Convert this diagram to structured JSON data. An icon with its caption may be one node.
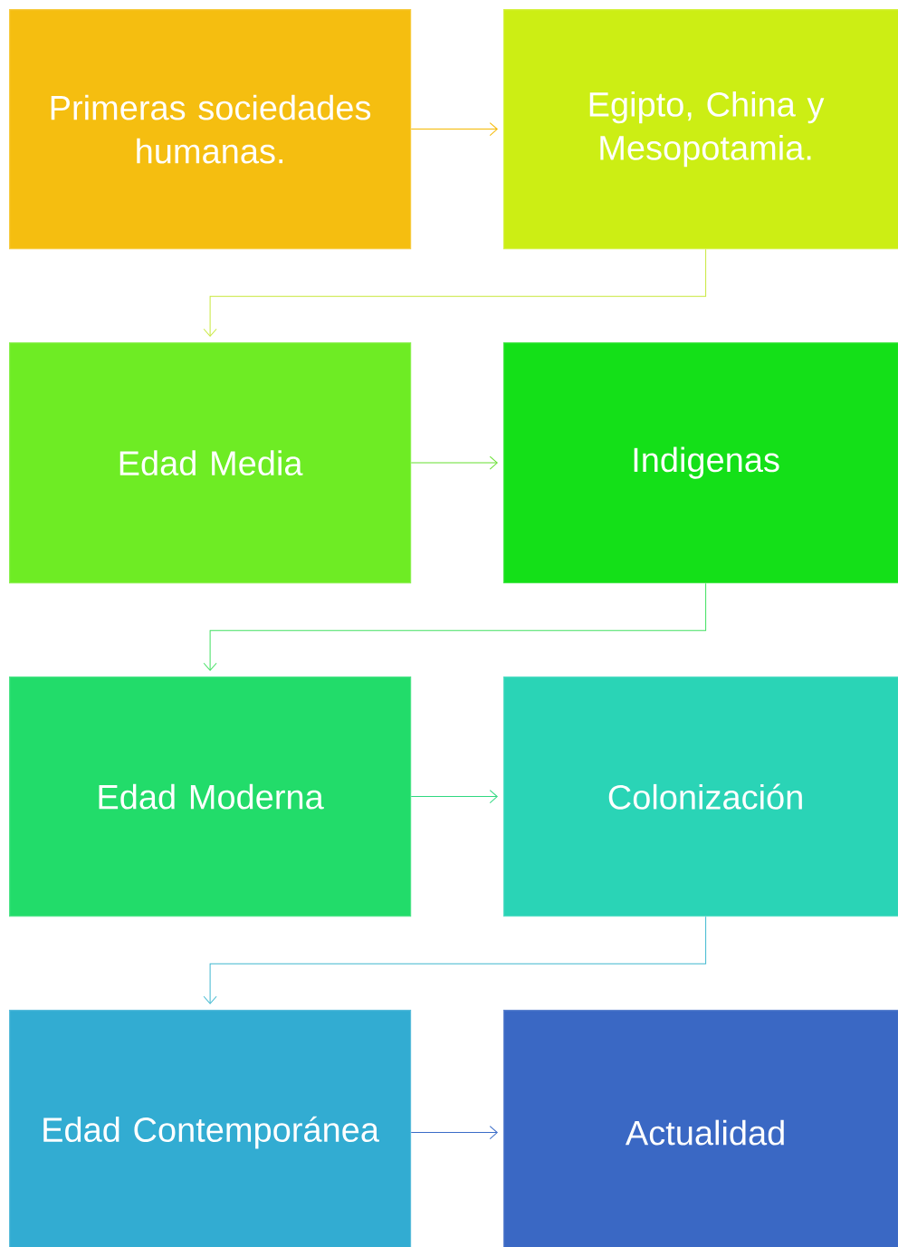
{
  "diagram": {
    "nodes": [
      {
        "text": [
          "Primeras sociedades humanas."
        ]
      },
      {
        "text": [
          "Egipto, China y Mesopotamia."
        ]
      },
      {
        "text": [
          "Edad Media"
        ]
      },
      {
        "text": [
          "Indigenas"
        ]
      },
      {
        "text": [
          "Edad Moderna"
        ]
      },
      {
        "text": [
          "Colonización"
        ]
      },
      {
        "text": [
          "Edad Contemporánea"
        ]
      },
      {
        "text": [
          "Actualidad"
        ]
      }
    ],
    "edges": [
      {
        "from": 0,
        "to": 1,
        "arrow": "to",
        "color": "#f5b800"
      },
      {
        "from": 1,
        "to": 2,
        "arrow": "to",
        "color": "#c8e83c"
      },
      {
        "from": 2,
        "to": 3,
        "arrow": "to",
        "color": "#66e030"
      },
      {
        "from": 3,
        "to": 4,
        "arrow": "to",
        "color": "#40e060"
      },
      {
        "from": 4,
        "to": 5,
        "arrow": "to",
        "color": "#30d880"
      },
      {
        "from": 5,
        "to": 6,
        "arrow": "to",
        "color": "#40b8d0"
      },
      {
        "from": 6,
        "to": 7,
        "arrow": "to",
        "color": "#3a6cc8"
      }
    ]
  }
}
